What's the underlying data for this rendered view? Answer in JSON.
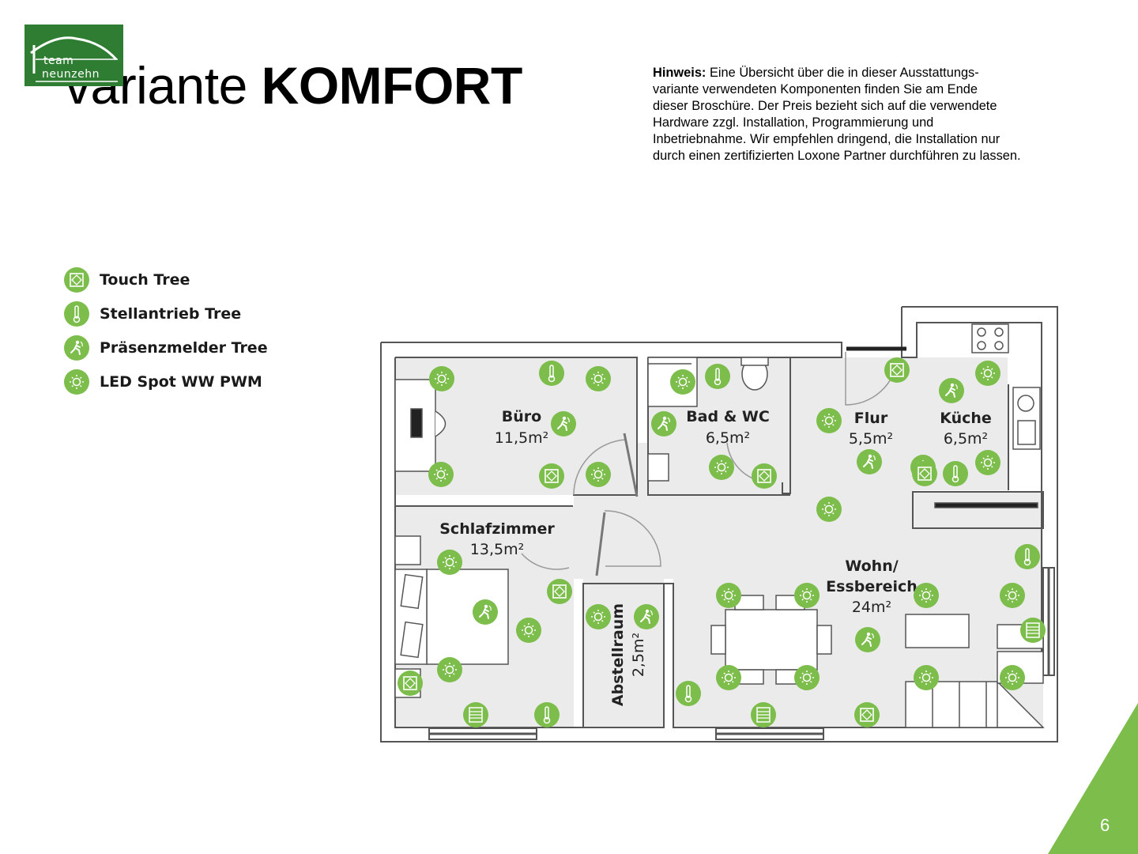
{
  "logo": {
    "line1": "team",
    "line2": "neunzehn"
  },
  "title": {
    "prefix": "variante",
    "emphasis": "KOMFORT"
  },
  "note": {
    "label": "Hinweis:",
    "lines": [
      "Eine Übersicht über die in dieser Ausstattungs-",
      "variante verwendeten Komponenten finden Sie am Ende",
      "dieser Broschüre. Der Preis bezieht sich auf die verwendete",
      "Hardware zzgl. Installation, Programmierung und",
      "Inbetriebnahme. Wir empfehlen dringend, die Installation nur",
      "durch einen zertifizierten Loxone Partner durchführen zu lassen."
    ]
  },
  "legend": [
    {
      "icon": "touch-tree-icon",
      "label": "Touch Tree"
    },
    {
      "icon": "thermometer-icon",
      "label": "Stellantrieb Tree"
    },
    {
      "icon": "motion-sensor-icon",
      "label": "Präsenzmelder Tree"
    },
    {
      "icon": "led-spot-icon",
      "label": "LED Spot WW PWM"
    }
  ],
  "rooms": [
    {
      "name": "Büro",
      "area": "11,5m²"
    },
    {
      "name": "Bad & WC",
      "area": "6,5m²"
    },
    {
      "name": "Flur",
      "area": "5,5m²"
    },
    {
      "name": "Küche",
      "area": "6,5m²"
    },
    {
      "name": "Schlafzimmer",
      "area": "13,5m²"
    },
    {
      "name": "Wohn/",
      "name2": "Essbereich",
      "area": "24m²"
    },
    {
      "name": "Abstellraum",
      "area": "2,5m²"
    }
  ],
  "colors": {
    "accent": "#7cbd4c",
    "logo": "#2e7d32",
    "floor": "#ebebeb",
    "wall": "#555555"
  },
  "page_number": "6"
}
